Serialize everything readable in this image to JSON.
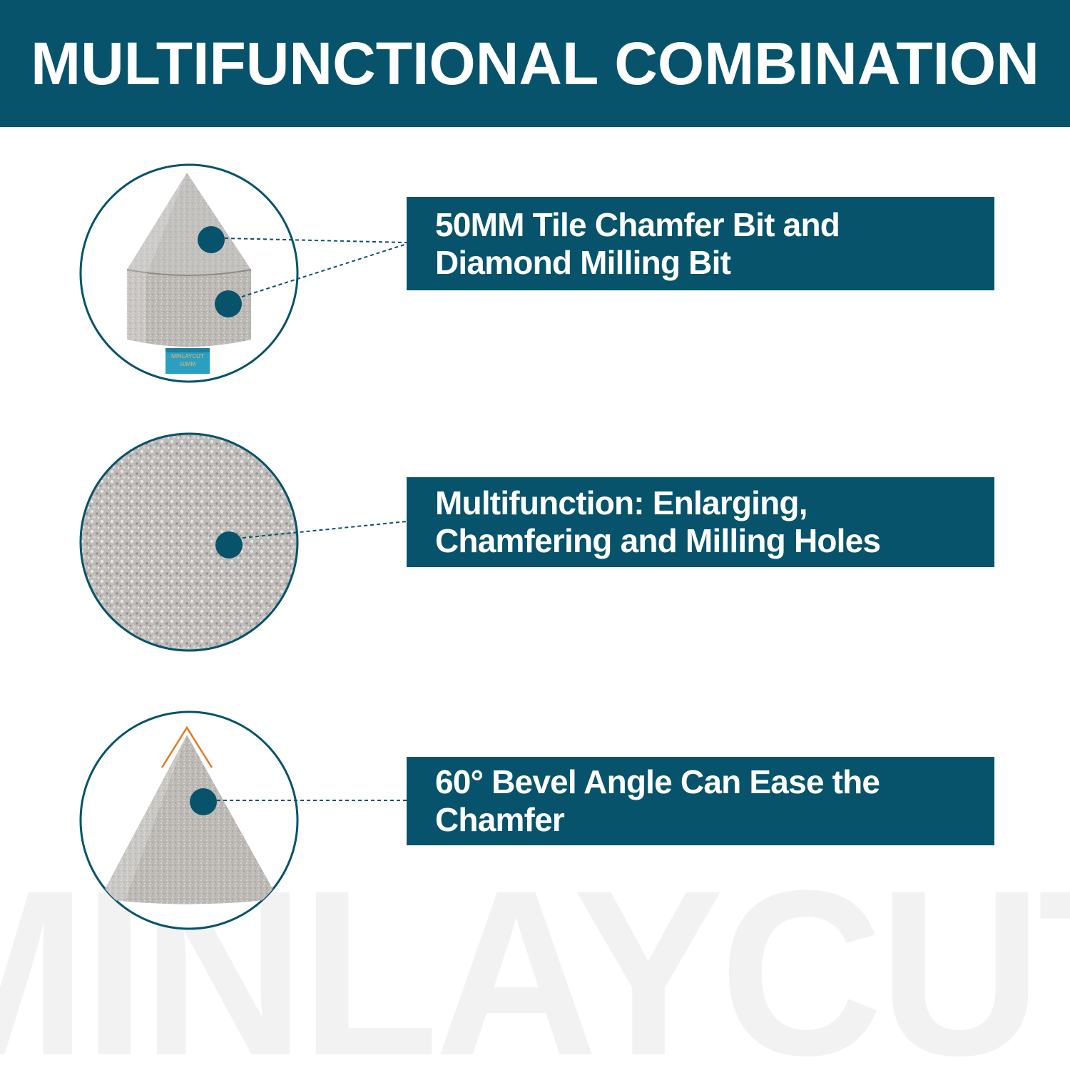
{
  "header": {
    "title": "MULTIFUNCTIONAL COMBINATION"
  },
  "features": [
    {
      "lines": [
        "50MM Tile Chamfer Bit and",
        "Diamond Milling Bit"
      ]
    },
    {
      "lines": [
        "Multifunction: Enlarging,",
        "Chamfering and Milling Holes"
      ]
    },
    {
      "lines": [
        "60° Bevel Angle Can Ease the",
        "Chamfer"
      ]
    }
  ],
  "product": {
    "shank_brand": "MINLAYCUT",
    "shank_size": "50MM"
  },
  "watermark": "MINLAYCUT",
  "colors": {
    "brand_teal": "#06536b",
    "shank_blue": "#2a9fc0",
    "angle_marker": "#e07a1f",
    "watermark": "#f2f2f2"
  }
}
